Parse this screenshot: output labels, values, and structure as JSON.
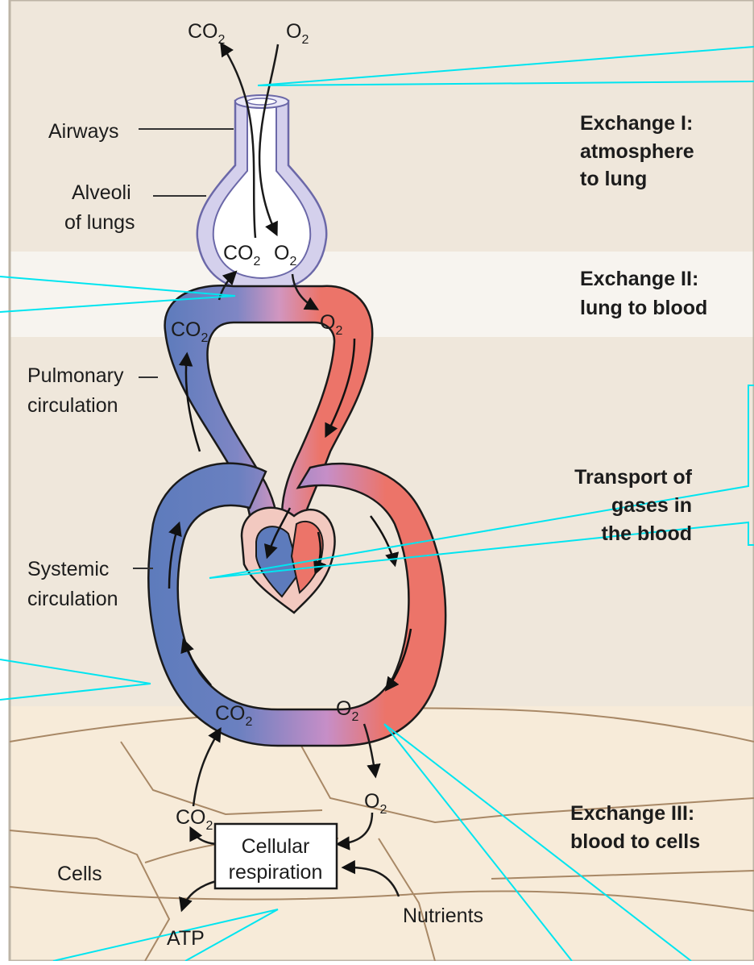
{
  "labels": {
    "airways": "Airways",
    "alveoli_line1": "Alveoli",
    "alveoli_line2": "of lungs",
    "pulmonary_line1": "Pulmonary",
    "pulmonary_line2": "circulation",
    "systemic_line1": "Systemic",
    "systemic_line2": "circulation",
    "cells": "Cells",
    "cellular_resp_line1": "Cellular",
    "cellular_resp_line2": "respiration",
    "atp": "ATP",
    "nutrients": "Nutrients"
  },
  "gases": {
    "co2_base": "CO",
    "o2_base": "O",
    "sub": "2"
  },
  "zones": [
    {
      "line1": "Exchange I:",
      "line2": "atmosphere",
      "line3": "to lung"
    },
    {
      "line1": "Exchange II:",
      "line2": "lung to blood"
    },
    {
      "line1": "Transport of",
      "line2": "gases in",
      "line3": "the blood"
    },
    {
      "line1": "Exchange III:",
      "line2": "blood to cells"
    }
  ],
  "colors": {
    "zone_tan": "#efe7db",
    "zone_light": "#f7f3ed",
    "vessel_blue": "#5d7bbc",
    "vessel_red": "#ec7469",
    "mix_purple": "#b48ac6",
    "airway_lavender": "#d4d0ec",
    "cell_bg": "#f7ebd9",
    "leader_cyan": "#00e5f0"
  }
}
